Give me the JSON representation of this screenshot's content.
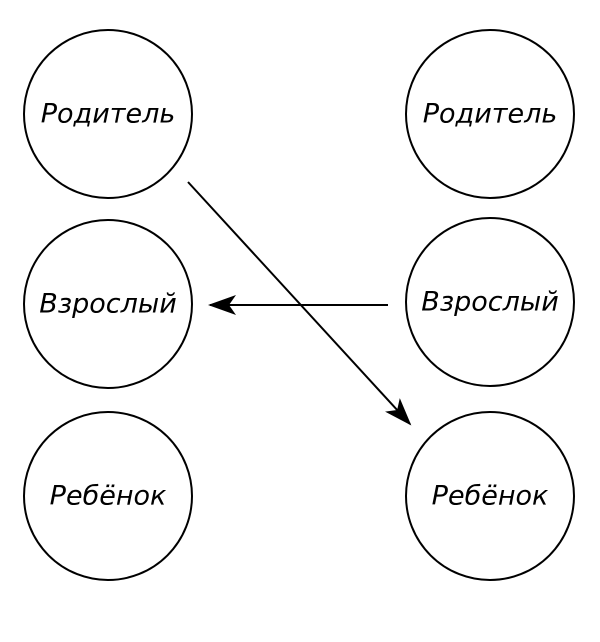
{
  "diagram": {
    "left": {
      "parent": "Родитель",
      "adult": "Взрослый",
      "child": "Ребёнок"
    },
    "right": {
      "parent": "Родитель",
      "adult": "Взрослый",
      "child": "Ребёнок"
    }
  },
  "colors": {
    "stroke": "#000000",
    "background": "#ffffff"
  }
}
